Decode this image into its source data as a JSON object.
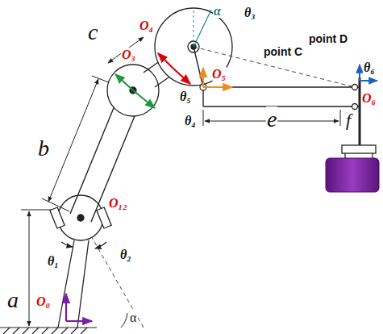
{
  "diagram": {
    "labels": [
      "a",
      "O₀",
      "α",
      "θ₁",
      "θ₂",
      "O₁₂",
      "b",
      "O₃",
      "c",
      "O₄",
      "α",
      "θ₃",
      "point C",
      "O₅",
      "θ₅",
      "θ₄",
      "point D",
      "θ₆",
      "O₆",
      "e",
      "f"
    ]
  }
}
